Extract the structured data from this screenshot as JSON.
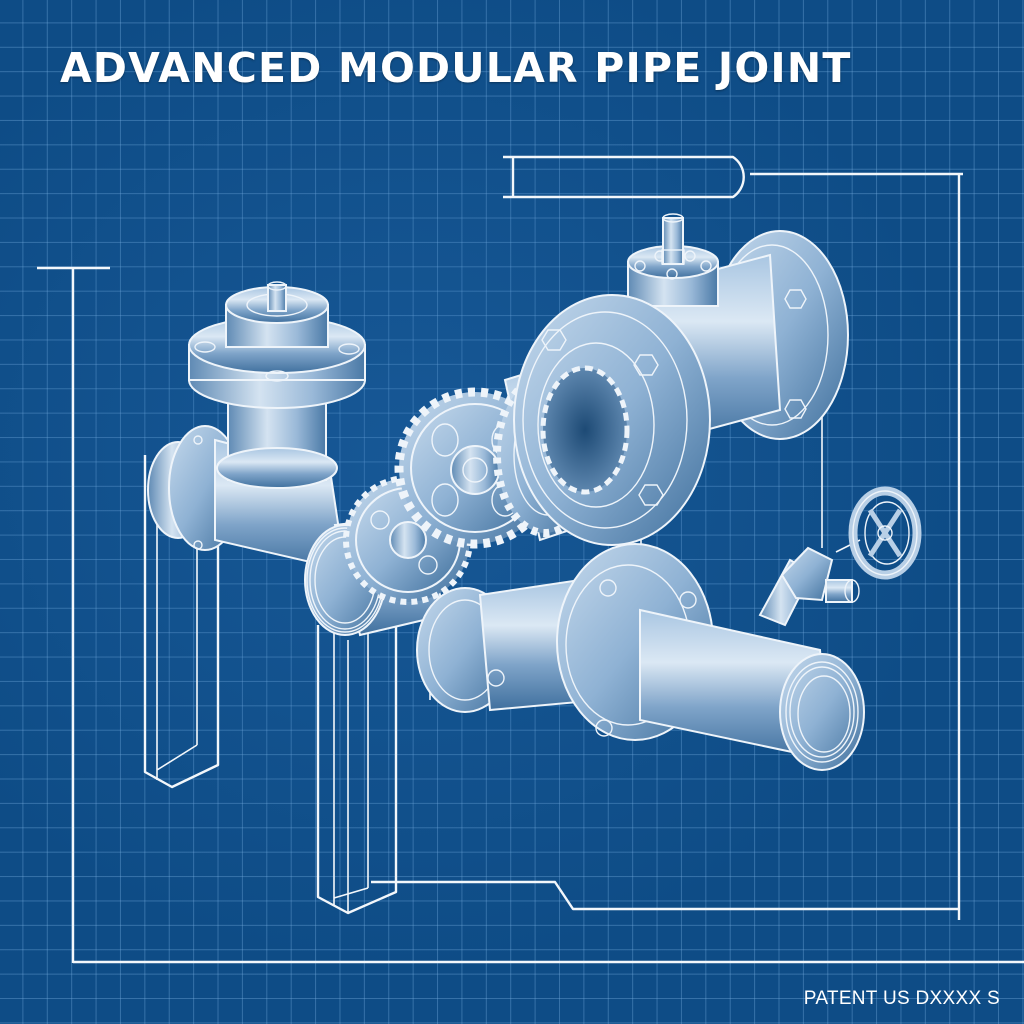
{
  "header": {
    "title": "ADVANCED MODULAR PIPE JOINT"
  },
  "footer": {
    "patent_label": "PATENT US DXXXX S"
  },
  "theme": {
    "background": "#0e4c86",
    "grid_line": "#78afe1",
    "outline": "#f3f7fb",
    "metal_light": "#c9dcee",
    "metal_mid": "#8fb2d4",
    "metal_dark": "#3f6f9c"
  },
  "drawing": {
    "components": [
      "tee-valve-with-top-flange",
      "threaded-inlet-coupling",
      "spur-gear-large",
      "spur-gear-small",
      "splined-gear-coupling",
      "flanged-valve-body-with-stem",
      "flanged-outlet-pipe",
      "threaded-outlet-end",
      "angled-side-valve",
      "handwheel"
    ],
    "annotation_lines": [
      "left-vertical-leader",
      "top-rounded-callout-bracket",
      "right-vertical-leader",
      "bottom-border-line",
      "stepped-bottom-leader",
      "isometric-support-columns"
    ]
  }
}
